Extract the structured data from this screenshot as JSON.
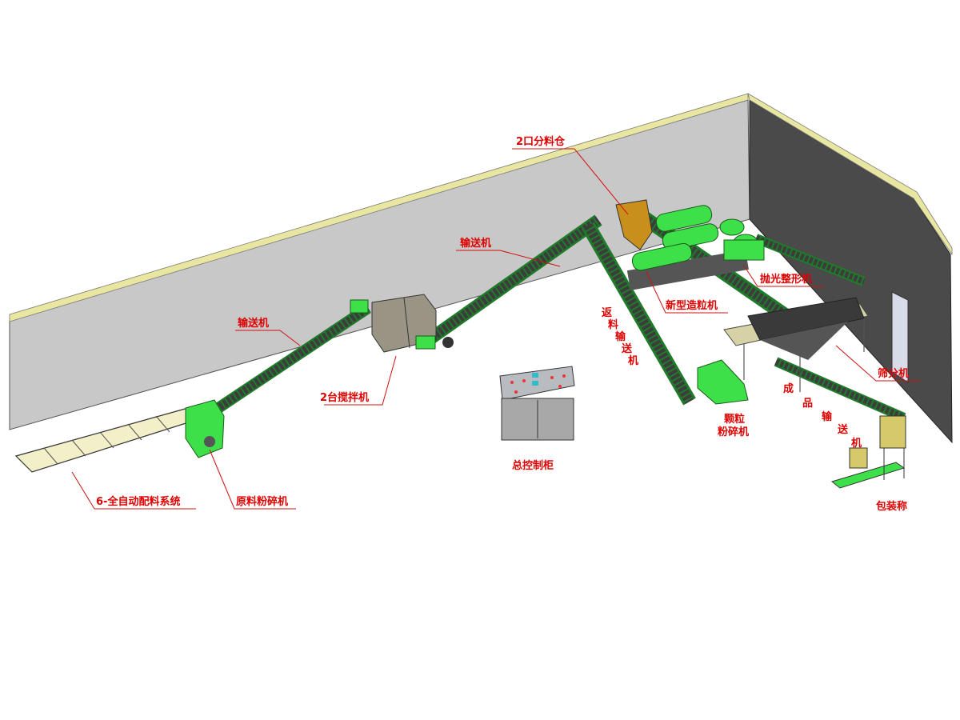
{
  "diagram": {
    "labels": {
      "distribution_bin": "2口分料仓",
      "conveyor_upper": "输送机",
      "polishing_machine": "抛光整形机",
      "granulator": "新型造粒机",
      "return_conveyor": [
        "返",
        "料",
        "输",
        "送",
        "机"
      ],
      "conveyor_lower": "输送机",
      "mixers": "2台搅拌机",
      "screener": "筛分机",
      "product_conveyor": [
        "成",
        "品",
        "输",
        "送",
        "机"
      ],
      "granule_crusher_line1": "颗粒",
      "granule_crusher_line2": "粉碎机",
      "control_cabinet": "总控制柜",
      "batching_system": "6-全自动配料系统",
      "raw_crusher": "原料粉碎机",
      "packing_scale": "包装称"
    },
    "colors": {
      "machine_green": "#3ee04a",
      "label_red": "#e00000",
      "wall_gray": "#c8c8c8",
      "wall_dark": "#4a4a4a",
      "wall_trim": "#e8e6a0",
      "bin_orange": "#c8901a"
    }
  }
}
